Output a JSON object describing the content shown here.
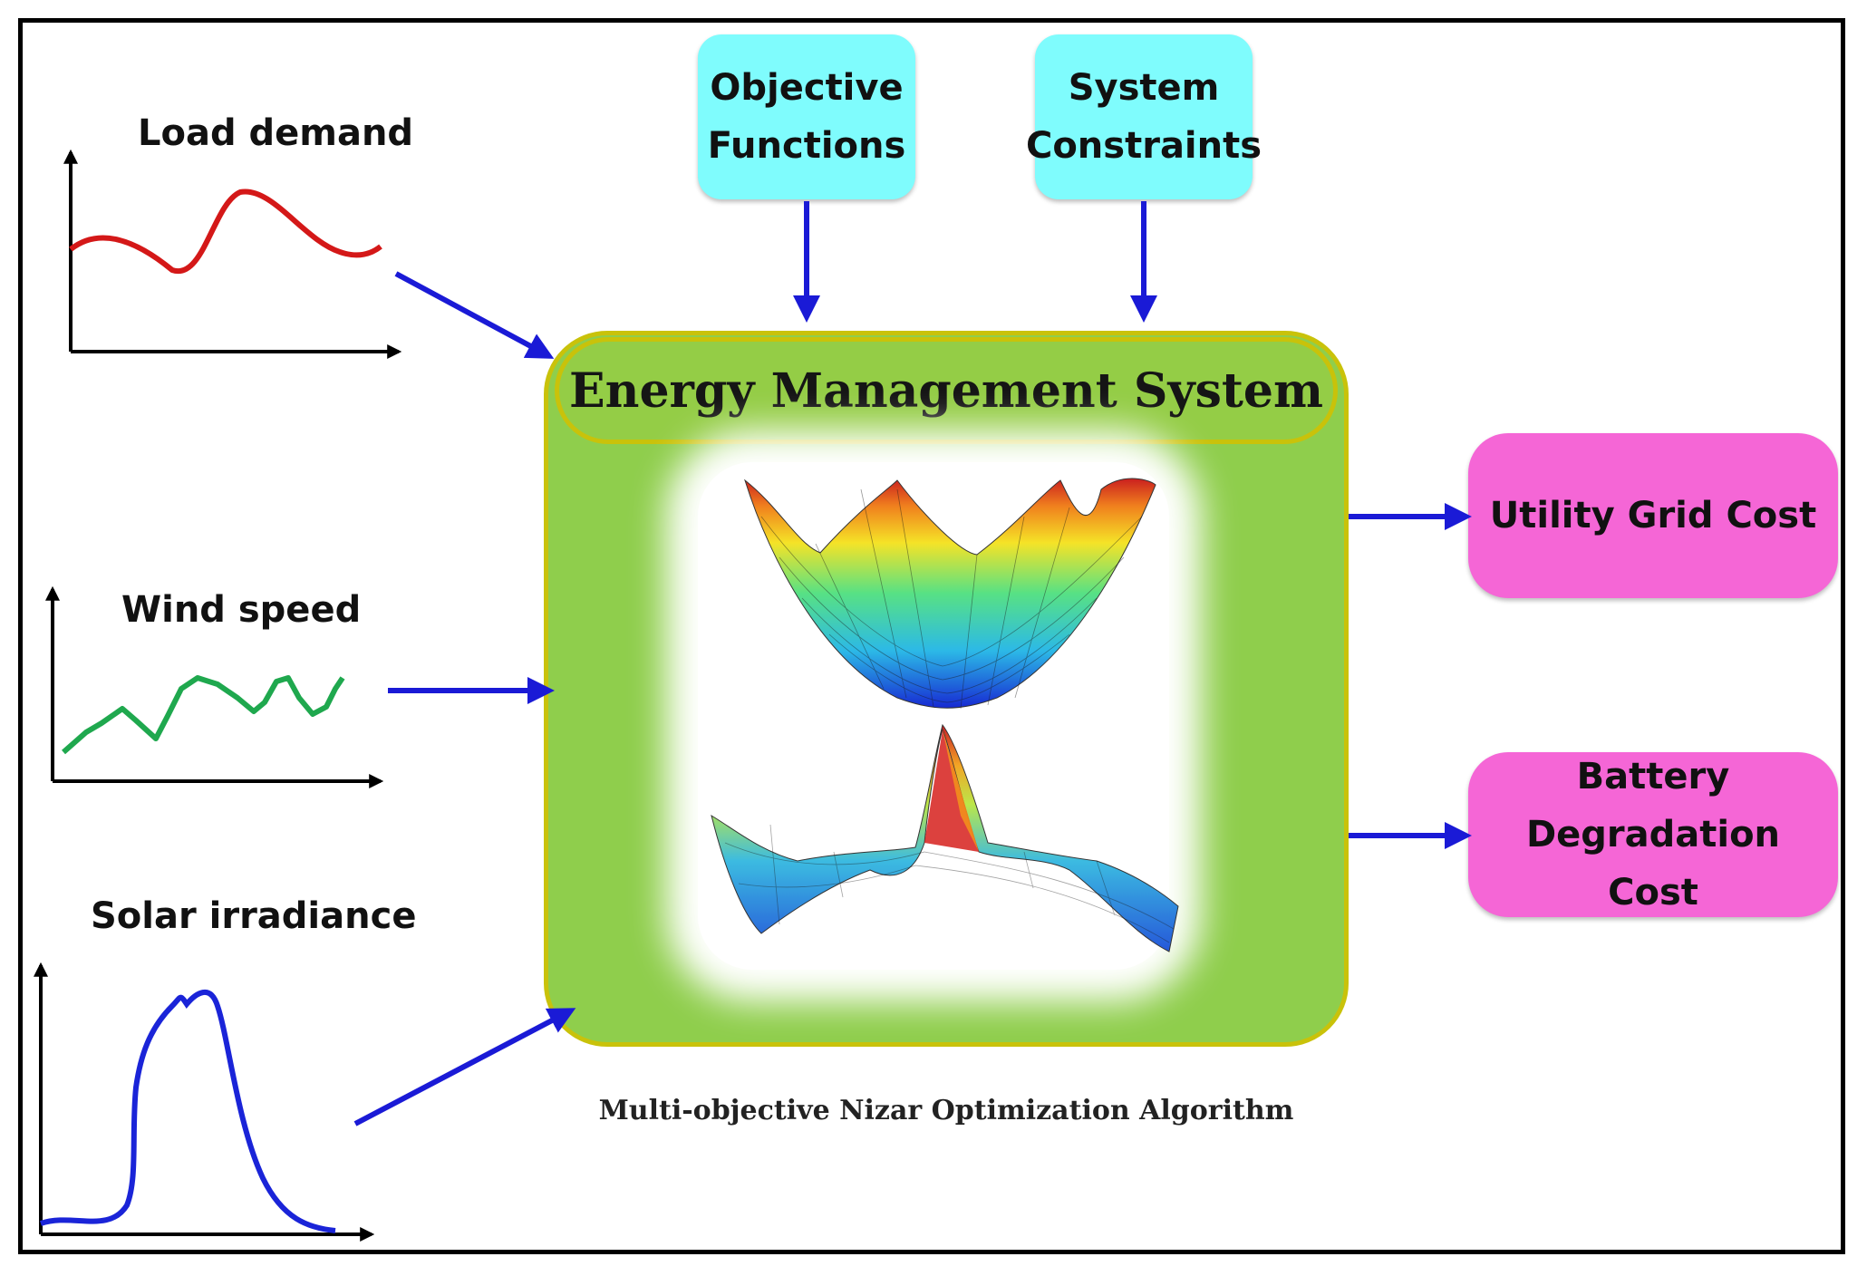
{
  "inputs": {
    "load": {
      "label": "Load demand",
      "color": "#d41818"
    },
    "wind": {
      "label": "Wind speed",
      "color": "#1fa84e"
    },
    "solar": {
      "label": "Solar irradiance",
      "color": "#1a24d8"
    }
  },
  "top_boxes": {
    "objective": {
      "line1": "Objective",
      "line2": "Functions"
    },
    "constraints": {
      "line1": "System",
      "line2": "Constraints"
    }
  },
  "ems": {
    "title": "Energy Management System"
  },
  "outputs": {
    "utility": {
      "label": "Utility Grid Cost"
    },
    "battery": {
      "line1": "Battery Degradation",
      "line2": "Cost"
    }
  },
  "caption": "Multi-objective Nizar Optimization Algorithm",
  "colors": {
    "arrow": "#1a1ad6",
    "cyan_box": "#7ffcfd",
    "pink_box": "#f566d6",
    "ems_fill": "#8fce4c",
    "ems_border": "#c9c20a"
  }
}
